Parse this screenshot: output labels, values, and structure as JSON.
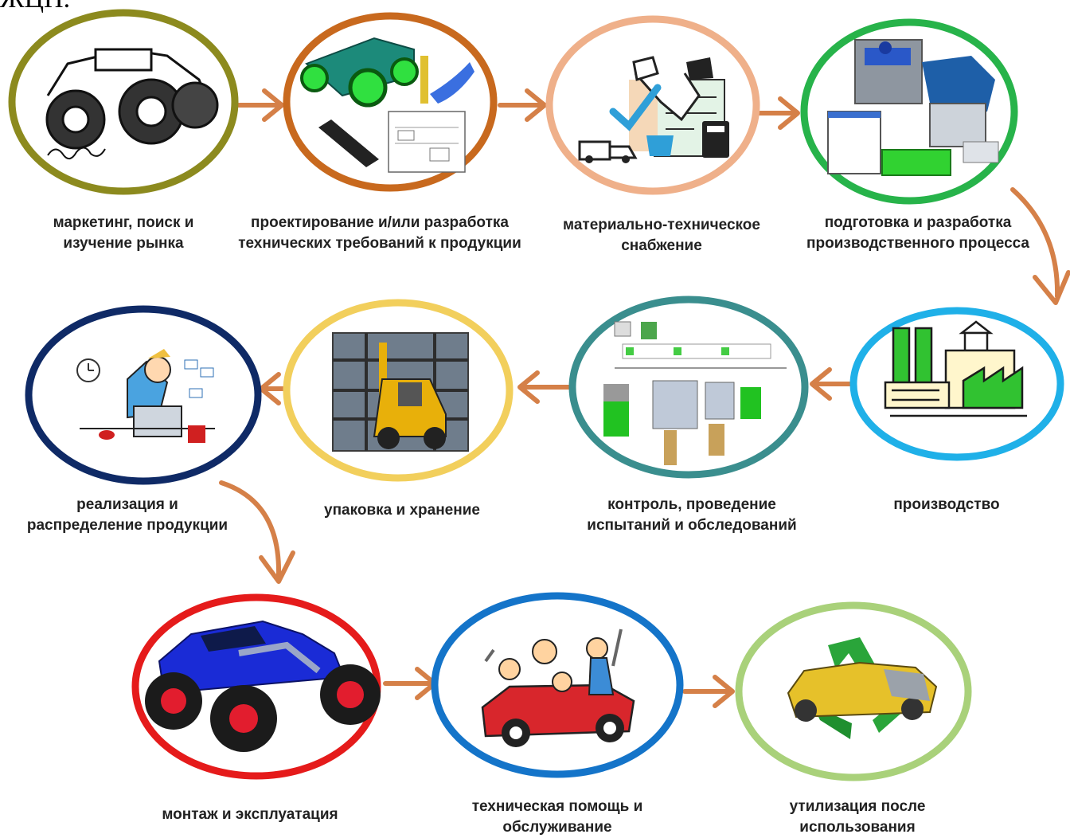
{
  "corner_text": "ЖЦП.",
  "stages": [
    {
      "id": "marketing",
      "label": "маркетинг, поиск и\nизучение рынка",
      "color": "#8c8a1e",
      "icon": "rc-truck-sketch-icon"
    },
    {
      "id": "design",
      "label": "проектирование и/или разработка\nтехнических требований к продукции",
      "color": "#c8691e",
      "icon": "cad-model-icon"
    },
    {
      "id": "supply",
      "label": "материально-техническое\nснабжение",
      "color": "#efb08a",
      "icon": "handshake-supply-icon"
    },
    {
      "id": "process",
      "label": "подготовка и разработка\nпроизводственного процесса",
      "color": "#27b34a",
      "icon": "cam-process-icon"
    },
    {
      "id": "production",
      "label": "производство",
      "color": "#1fb0e8",
      "icon": "factory-icon"
    },
    {
      "id": "control",
      "label": "контроль, проведение\nиспытаний и обследований",
      "color": "#3a8e8e",
      "icon": "test-report-icon"
    },
    {
      "id": "packaging",
      "label": "упаковка и хранение",
      "color": "#f2cf5c",
      "icon": "forklift-warehouse-icon"
    },
    {
      "id": "sales",
      "label": "реализация и\nраспределение продукции",
      "color": "#0f2a66",
      "icon": "sales-manager-icon"
    },
    {
      "id": "operation",
      "label": "монтаж и эксплуатация",
      "color": "#e51b1b",
      "icon": "rc-truck-photo-icon"
    },
    {
      "id": "service",
      "label": "техническая помощь и\nобслуживание",
      "color": "#1474c9",
      "icon": "mechanics-car-icon"
    },
    {
      "id": "disposal",
      "label": "утилизация после\nиспользования",
      "color": "#a9d17a",
      "icon": "recycle-car-icon"
    }
  ],
  "arrow_color": "#d58048"
}
